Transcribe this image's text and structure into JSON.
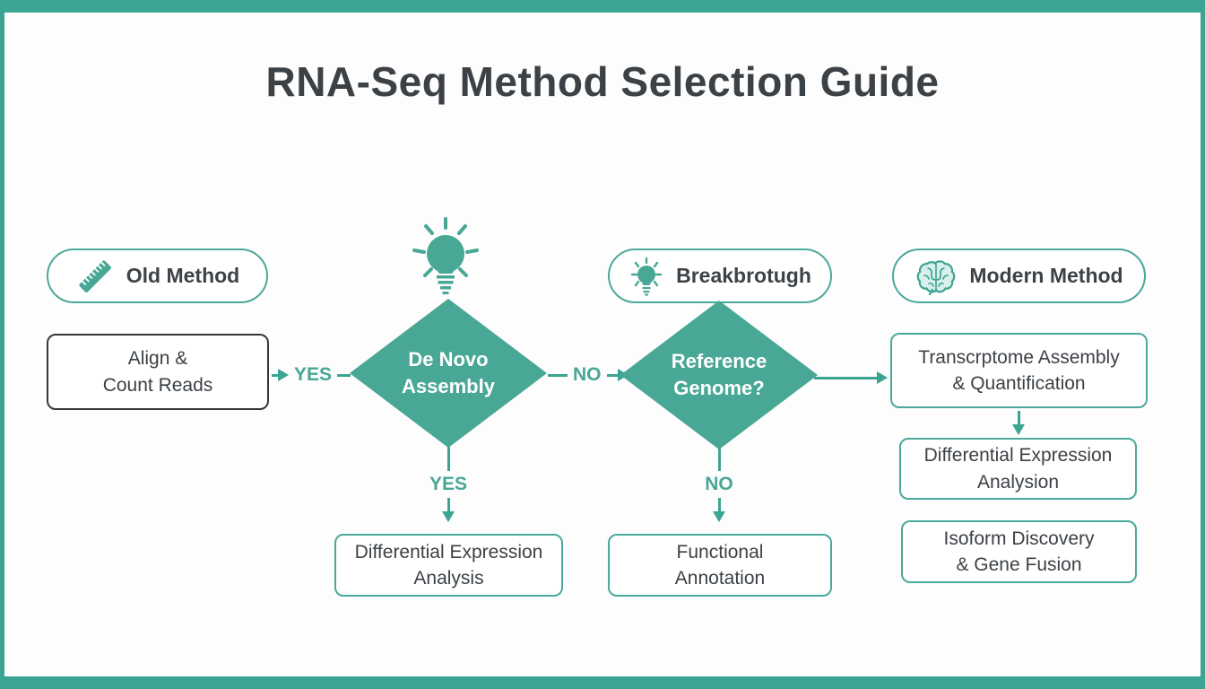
{
  "header": {
    "title": "RNA-Seq Method Selection Guide"
  },
  "colors": {
    "accent_teal": "#3ba492",
    "diamond_fill": "#48a795",
    "ink": "#3d4247"
  },
  "badges": {
    "old": {
      "label": "Old Method",
      "icon": "ruler-icon"
    },
    "breakthrough": {
      "label": "Breakbrotugh",
      "icon": "lightbulb-icon"
    },
    "modern": {
      "label": "Modern Method",
      "icon": "brain-icon"
    }
  },
  "flow": {
    "align": {
      "line1": "Align &",
      "line2": "Count Reads"
    },
    "denovo": {
      "line1": "De Novo",
      "line2": "Assembly"
    },
    "refgenome": {
      "line1": "Reference",
      "line2": "Genome?"
    },
    "transcriptome": {
      "line1": "Transcrptome Assembly",
      "line2": "& Quantification"
    },
    "diff_right": {
      "line1": "Differential Expression",
      "line2": "Analysion"
    },
    "isoform": {
      "line1": "Isoform Discovery",
      "line2": "& Gene Fusion"
    },
    "diff_bottom": {
      "line1": "Differential Expression",
      "line2": "Analysis"
    },
    "functional": {
      "line1": "Functional",
      "line2": "Annotation"
    },
    "labels": {
      "yes_h": "YES",
      "no_h": "NO",
      "yes_v": "YES",
      "no_v": "NO"
    }
  }
}
